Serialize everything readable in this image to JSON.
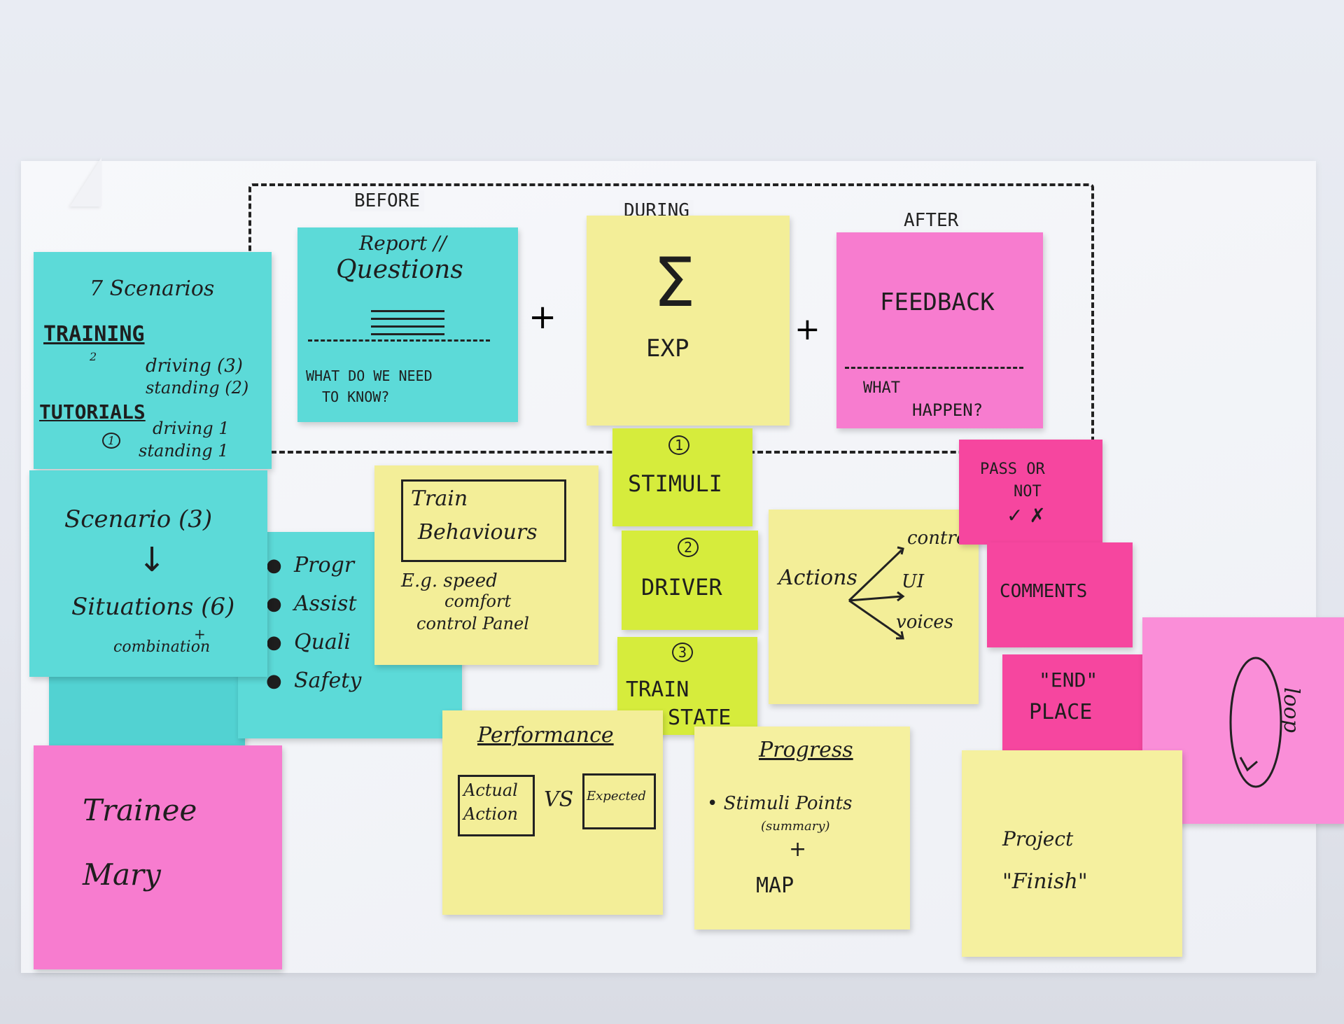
{
  "phases": {
    "before": "BEFORE",
    "during": "DURING",
    "after": "AFTER"
  },
  "plus_signs": [
    "+",
    "+"
  ],
  "notes": {
    "scenarios": {
      "title": "7 Scenarios",
      "training": "TRAINING",
      "training_driving": "driving (3)",
      "training_standing": "standing (2)",
      "training_mark": "2",
      "tutorials": "TUTORIALS",
      "tutorials_driving": "driving 1",
      "tutorials_standing": "standing 1",
      "tutorials_mark": "1"
    },
    "report": {
      "title_line1": "Report //",
      "title_line2": "Questions",
      "question_line1": "WHAT DO WE NEED",
      "question_line2": "TO KNOW?"
    },
    "exp": {
      "symbol": "Σ",
      "label": "EXP"
    },
    "feedback": {
      "title": "FEEDBACK",
      "question_line1": "WHAT",
      "question_line2": "HAPPEN?"
    },
    "scenario_flow": {
      "top": "Scenario (3)",
      "arrow": "↓",
      "bottom": "Situations (6)",
      "plus": "+",
      "combination": "combination"
    },
    "progress_list": {
      "items": [
        "Progr",
        "Assist",
        "Quali",
        "Safety"
      ]
    },
    "train_behaviours": {
      "title_line1": "Train",
      "title_line2": "Behaviours",
      "eg_line1": "E.g. speed",
      "eg_line2": "comfort",
      "eg_line3": "control Panel"
    },
    "stimuli": {
      "number": "1",
      "label": "STIMULI"
    },
    "driver": {
      "number": "2",
      "label": "DRIVER"
    },
    "train_state": {
      "number": "3",
      "label_line1": "TRAIN",
      "label_line2": "STATE"
    },
    "actions": {
      "label": "Actions",
      "targets": [
        "control",
        "UI",
        "voices"
      ]
    },
    "pass_or_not": {
      "line1": "PASS OR",
      "line2": "NOT",
      "marks": "✓ ✗"
    },
    "comments": {
      "label": "COMMENTS"
    },
    "end_place": {
      "line1": "\"END\"",
      "line2": "PLACE"
    },
    "loop": {
      "label": "loop"
    },
    "trainee": {
      "line1": "Trainee",
      "line2": "Mary"
    },
    "performance": {
      "title": "Performance",
      "box1_line1": "Actual",
      "box1_line2": "Action",
      "vs": "VS",
      "box2": "Expected"
    },
    "progress": {
      "title": "Progress",
      "line1": "• Stimuli Points",
      "line2": "(summary)",
      "plus": "+",
      "line3": "MAP"
    },
    "project_finish": {
      "line1": "Project",
      "line2": "\"Finish\""
    }
  },
  "colors": {
    "cyan": "#5cdad8",
    "yellow": "#f3ee98",
    "lime": "#d6ec3c",
    "pink": "#f77ccf",
    "red_pink": "#f6469f"
  }
}
